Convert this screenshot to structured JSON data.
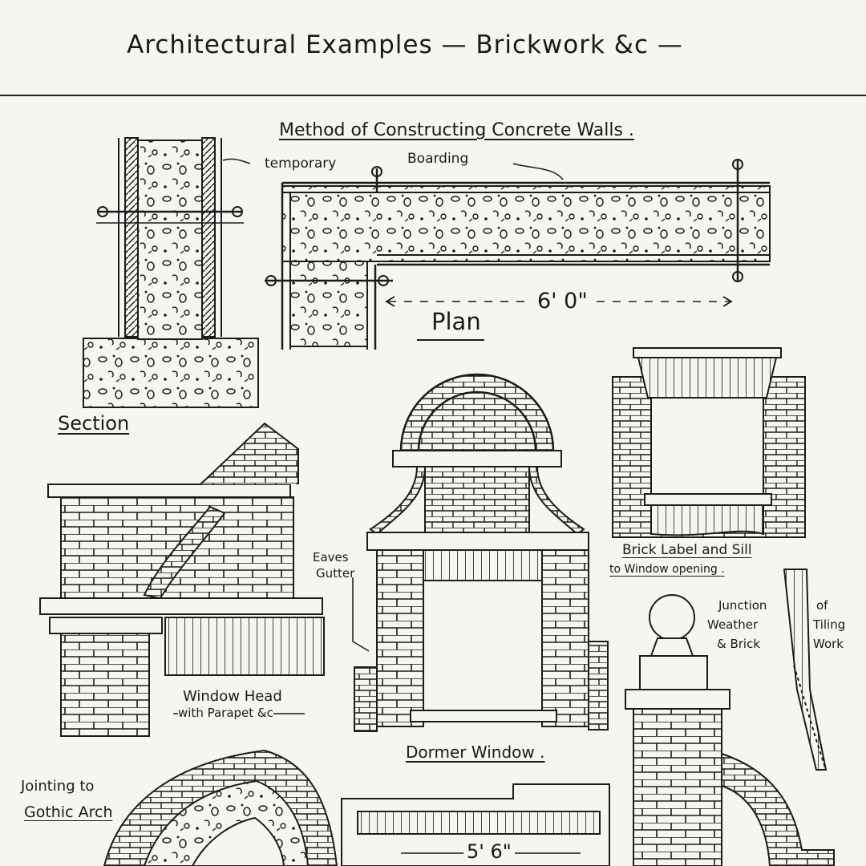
{
  "header": {
    "title": "Architectural Examples — Brickwork &c —"
  },
  "labels": {
    "concrete_title": "Method of Constructing Concrete Walls .",
    "temporary": "temporary",
    "boarding": "Boarding",
    "plan": "Plan",
    "dimension": "6' 0\"",
    "section": "Section",
    "eaves_line1": "Eaves",
    "eaves_line2": "Gutter",
    "brick_label_line1": "Brick Label and Sill",
    "brick_label_line2": "to Window opening .",
    "junction": "Junction",
    "weather": "Weather",
    "brick": "& Brick",
    "of": "of",
    "tiling": "Tiling",
    "work": "Work",
    "window_head_line1": "Window Head",
    "window_head_line2": "with Parapet &c",
    "dormer_window": "Dormer Window .",
    "gothic_line1": "Jointing to",
    "gothic_line2": "Gothic Arch",
    "bottom_dim": "5' 6\""
  },
  "colors": {
    "paper": "#f6f5ef",
    "ink": "#1b1b1b"
  }
}
